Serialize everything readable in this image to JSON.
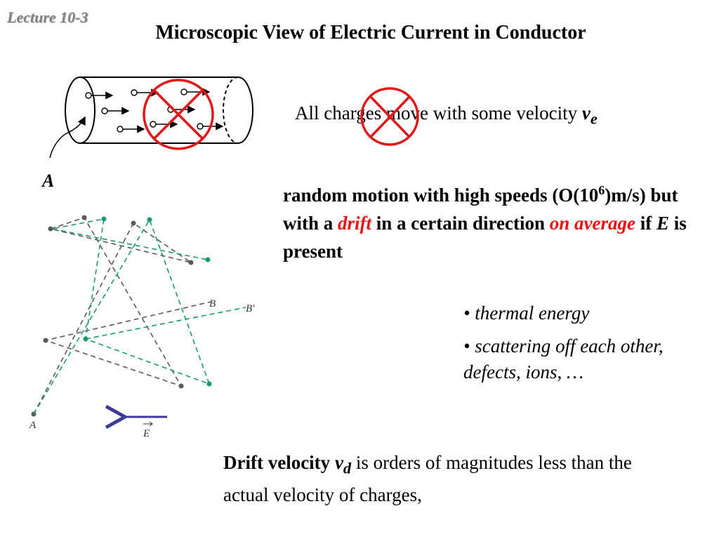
{
  "slide": {
    "lecture_tag": "Lecture 10-3",
    "title": "Microscopic View of Electric Current in Conductor"
  },
  "statement": {
    "text": "All charges move with some velocity ",
    "symbol": "v",
    "subscript": "e"
  },
  "random_motion": {
    "t1": "random motion with high speeds (O(10",
    "exp": "6",
    "t2": ")m/s) but with a ",
    "drift": "drift",
    "t3": " in a certain direction ",
    "on_average": "on average",
    "t4": " if ",
    "E": "E",
    "t5": " is present"
  },
  "bullets": [
    "thermal energy",
    "scattering off each other, defects, ions, …"
  ],
  "drift_velocity": {
    "bold": "Drift velocity ",
    "symbol": "v",
    "subscript": "d",
    "rest": " is orders of magnitudes less than the actual velocity of charges,"
  },
  "cylinder_diagram": {
    "area_label": "A"
  },
  "path_diagram": {
    "label_A": "A",
    "label_B": "B",
    "label_B_prime": "B'",
    "label_E": "E",
    "colors": {
      "gray_path": "#5a5a5a",
      "green_path": "#1a9a6a",
      "field_arrow": "#3a3a9a"
    }
  },
  "colors": {
    "emphasis_red": "#ee1111",
    "cross_red": "#e01818",
    "lecture_gray": "#7f7f7f"
  }
}
